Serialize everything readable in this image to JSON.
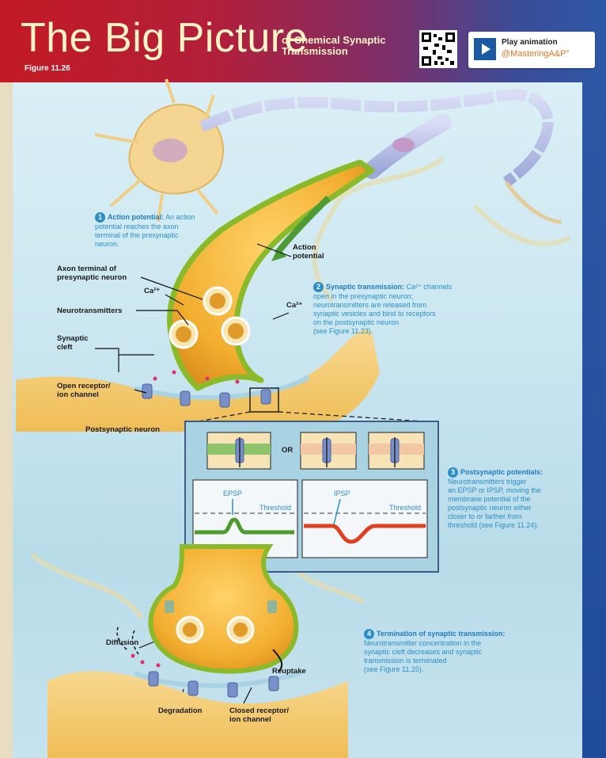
{
  "header": {
    "title": "The Big Picture",
    "subtitle_line1": "of Chemical Synaptic",
    "subtitle_line2": "Transmission",
    "figure": "Figure 11.26",
    "animation_line1": "Play animation",
    "animation_line2": "@MasteringA&P°"
  },
  "labels": {
    "action_potential": "Action potential",
    "axon_terminal_1": "Axon terminal of",
    "axon_terminal_2": "presynaptic neuron",
    "ca_1": "Ca²⁺",
    "ca_2": "Ca²⁺",
    "neurotransmitters": "Neurotransmitters",
    "synaptic_cleft_1": "Synaptic",
    "synaptic_cleft_2": "cleft",
    "open_receptor_1": "Open receptor/",
    "open_receptor_2": "ion channel",
    "postsynaptic_neuron": "Postsynaptic neuron",
    "or": "OR",
    "epsp": "EPSP",
    "ipsp": "IPSP",
    "threshold_1": "Threshold",
    "threshold_2": "Threshold",
    "diffusion": "Diffusion",
    "reuptake": "Reuptake",
    "degradation": "Degradation",
    "closed_receptor_1": "Closed receptor/",
    "closed_receptor_2": "ion channel"
  },
  "steps": [
    {
      "num": "1",
      "title": "Action potential:",
      "lines": [
        " An action",
        "potential reaches the axon",
        "terminal of the presynaptic",
        "neuron."
      ]
    },
    {
      "num": "2",
      "title": "Synaptic transmission:",
      "lines": [
        " Ca²⁺ channels",
        "open in the presynaptic neuron;",
        "neurotransmitters are released from",
        "synaptic vesicles and bind to receptors",
        "on the postsynaptic neuron",
        "(see Figure 11.23)."
      ]
    },
    {
      "num": "3",
      "title": "Postsynaptic potentials:",
      "lines": [
        "Neurotransmitters trigger",
        "an EPSP or IPSP, moving the",
        "membrane potential of the",
        "postsynaptic neuron either",
        "closer to or farther from",
        "threshold (see Figure 11.24)."
      ]
    },
    {
      "num": "4",
      "title": "Termination of synaptic transmission:",
      "lines": [
        "Neurotransmitter concentration in the",
        "synaptic cleft decreases and synaptic",
        "transmission is terminated",
        "(see Figure 11.25)."
      ]
    }
  ]
}
